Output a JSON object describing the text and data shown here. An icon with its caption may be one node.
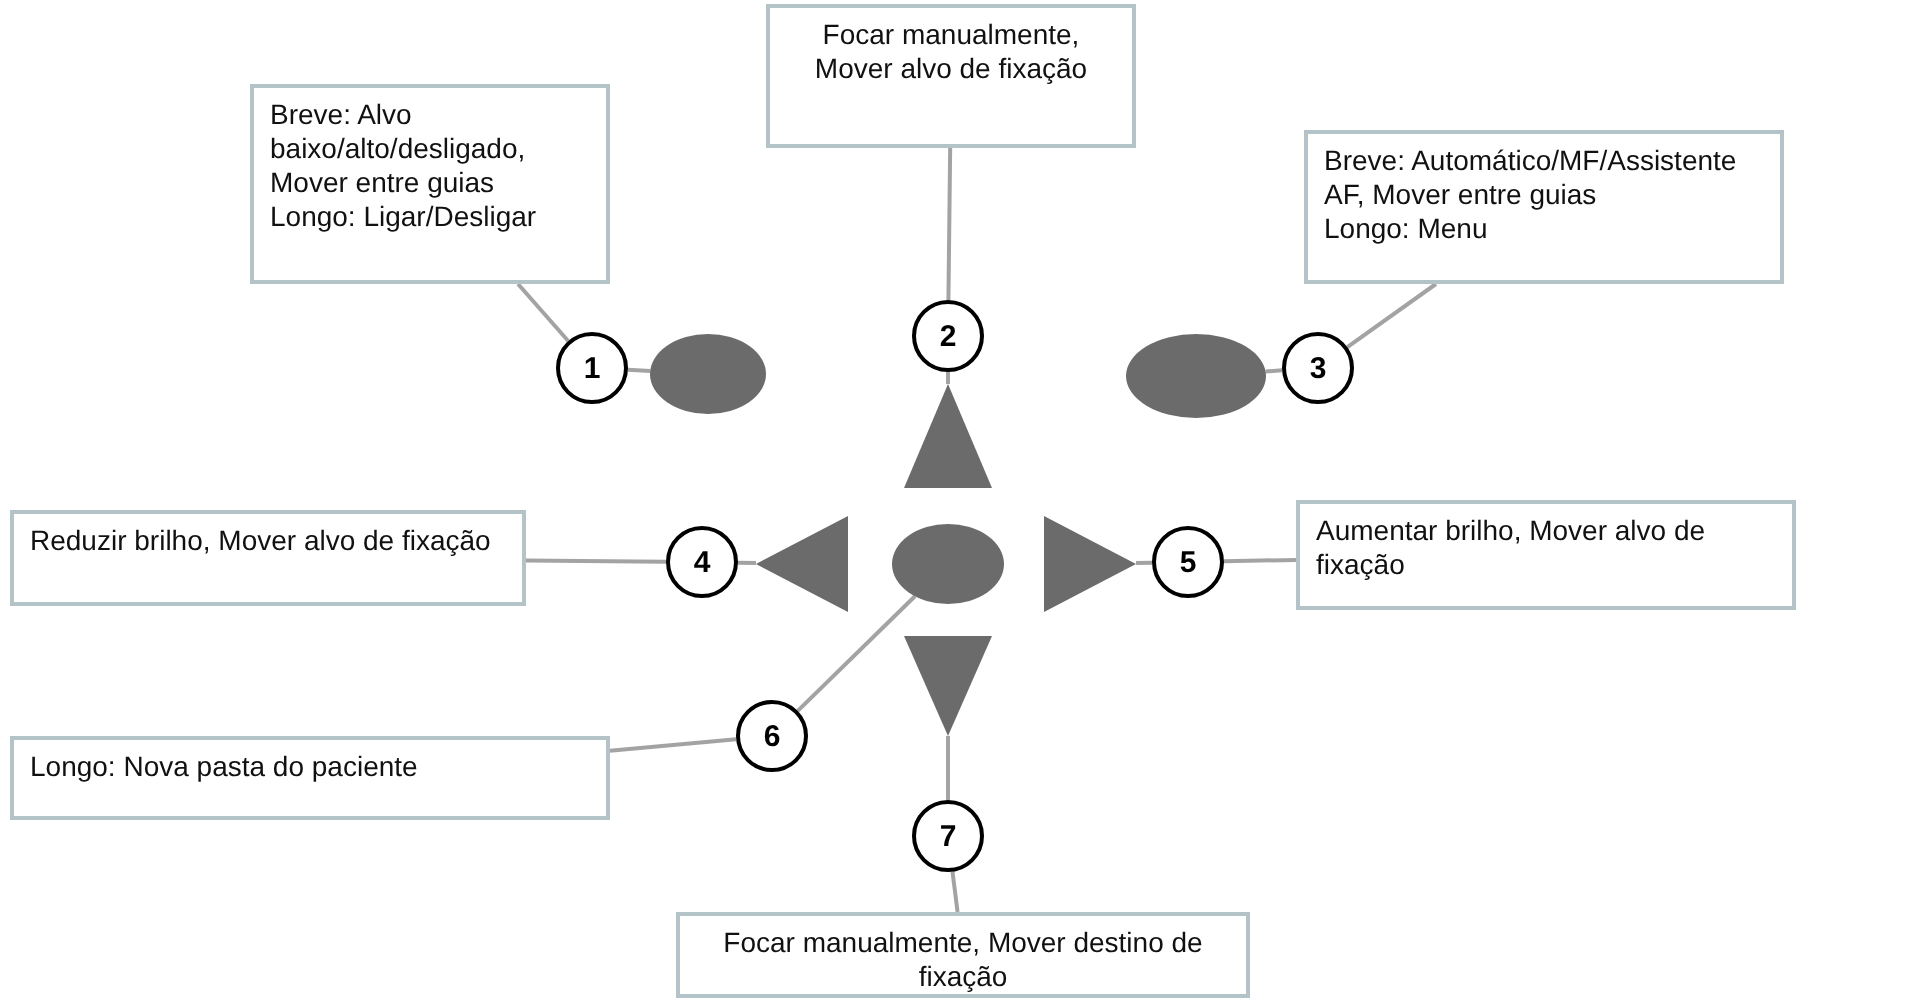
{
  "diagram": {
    "nodes": [
      {
        "text": [
          "Focar manualmente, Mover alvo de fixação"
        ]
      },
      {
        "text": [
          "Breve: Alvo baixo/alto/desligado, Mover entre guias",
          "Longo: Ligar/Desligar"
        ]
      },
      {
        "text": [
          "Breve: Automático/MF/Assistente AF, Mover entre guias",
          "Longo: Menu"
        ]
      },
      {
        "text": [
          "1"
        ]
      },
      {
        "text": [],
        "shape": "ellipse"
      },
      {
        "text": [
          "2"
        ]
      },
      {
        "text": [],
        "shape": "ellipse"
      },
      {
        "text": [
          "3"
        ]
      },
      {
        "text": [],
        "shape": "triangle"
      },
      {
        "text": [
          "Reduzir brilho, Mover alvo de fixação"
        ]
      },
      {
        "text": [
          "4"
        ]
      },
      {
        "text": [],
        "shape": "triangle"
      },
      {
        "text": [],
        "shape": "ellipse"
      },
      {
        "text": [],
        "shape": "triangle"
      },
      {
        "text": [
          "5"
        ]
      },
      {
        "text": [
          "Aumentar brilho, Mover alvo de fixação"
        ]
      },
      {
        "text": [
          "6"
        ]
      },
      {
        "text": [
          "Longo: Nova pasta do paciente"
        ]
      },
      {
        "text": [],
        "shape": "triangle"
      },
      {
        "text": [
          "7"
        ]
      },
      {
        "text": [
          "Focar manualmente, Mover destino de fixação"
        ]
      }
    ],
    "edges": [
      {
        "from": 1,
        "to": 3,
        "arrow": "none"
      },
      {
        "from": 3,
        "to": 4,
        "arrow": "none"
      },
      {
        "from": 0,
        "to": 5,
        "arrow": "none"
      },
      {
        "from": 5,
        "to": 8,
        "arrow": "none"
      },
      {
        "from": 2,
        "to": 7,
        "arrow": "none"
      },
      {
        "from": 7,
        "to": 6,
        "arrow": "none"
      },
      {
        "from": 9,
        "to": 10,
        "arrow": "none"
      },
      {
        "from": 10,
        "to": 11,
        "arrow": "none"
      },
      {
        "from": 15,
        "to": 14,
        "arrow": "none"
      },
      {
        "from": 14,
        "to": 13,
        "arrow": "none"
      },
      {
        "from": 17,
        "to": 16,
        "arrow": "none"
      },
      {
        "from": 16,
        "to": 12,
        "arrow": "none"
      },
      {
        "from": 20,
        "to": 19,
        "arrow": "none"
      },
      {
        "from": 19,
        "to": 18,
        "arrow": "none"
      }
    ]
  }
}
